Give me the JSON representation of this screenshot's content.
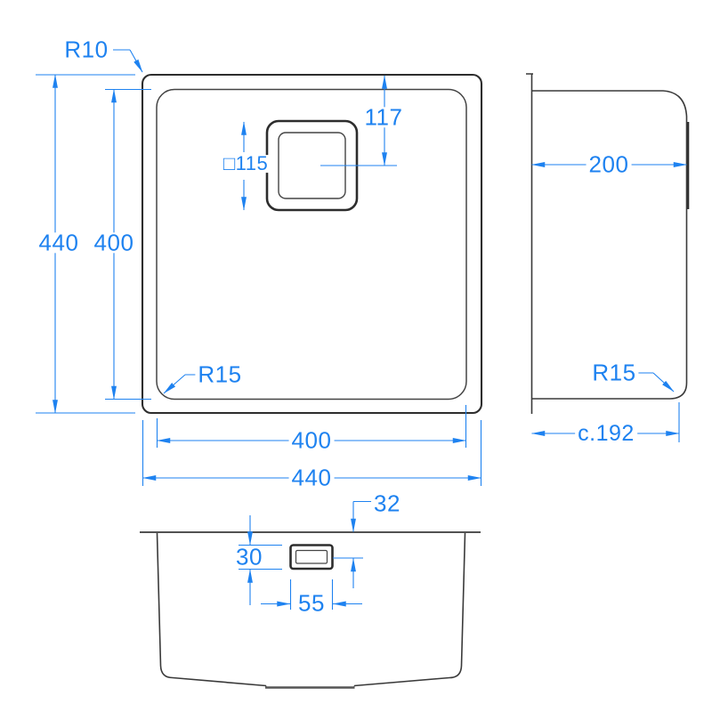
{
  "drawing": {
    "plan_view": {
      "outer_corner_radius": "R10",
      "overall_height": "440",
      "bowl_height": "400",
      "drain_size": "□115",
      "drain_center_from_top": "117",
      "bowl_corner_radius": "R15",
      "bowl_width": "400",
      "overall_width": "440"
    },
    "side_view": {
      "depth": "200",
      "bottom_corner_radius": "R15",
      "base_depth": "c.192"
    },
    "front_view": {
      "overflow_offset_from_rim": "32",
      "overflow_height": "30",
      "overflow_width": "55"
    },
    "colors": {
      "dimension_blue": "#1E82F0",
      "linework_dark": "#333333"
    }
  }
}
